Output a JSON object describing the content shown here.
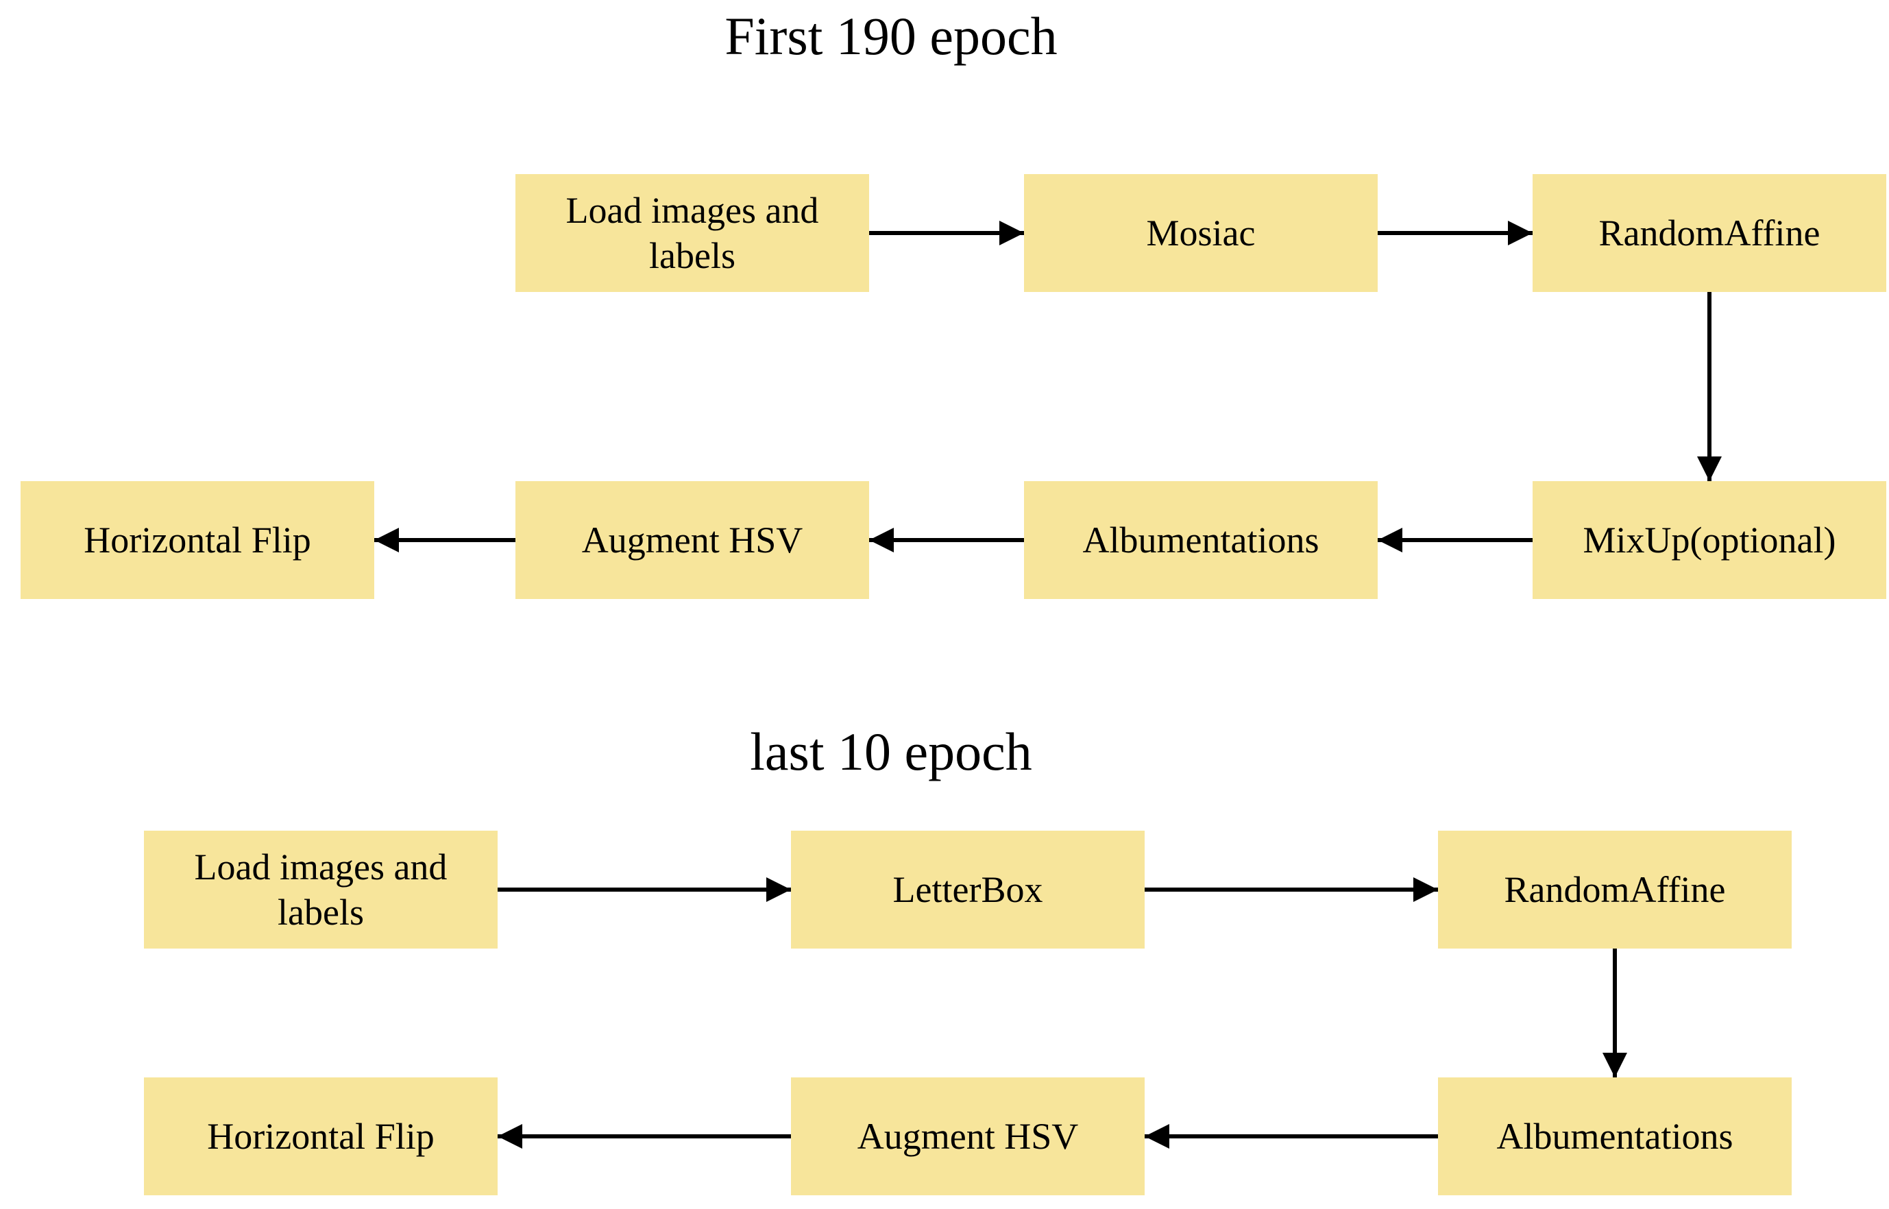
{
  "sections": [
    {
      "title": "First 190 epoch",
      "boxes": [
        "Load images and labels",
        "Mosiac",
        "RandomAffine",
        "MixUp(optional)",
        "Albumentations",
        "Augment HSV",
        "Horizontal Flip"
      ]
    },
    {
      "title": "last 10 epoch",
      "boxes": [
        "Load images and labels",
        "LetterBox",
        "RandomAffine",
        "Albumentations",
        "Augment HSV",
        "Horizontal Flip"
      ]
    }
  ],
  "colors": {
    "box_fill": "#f7e59b",
    "arrow": "#000000"
  }
}
